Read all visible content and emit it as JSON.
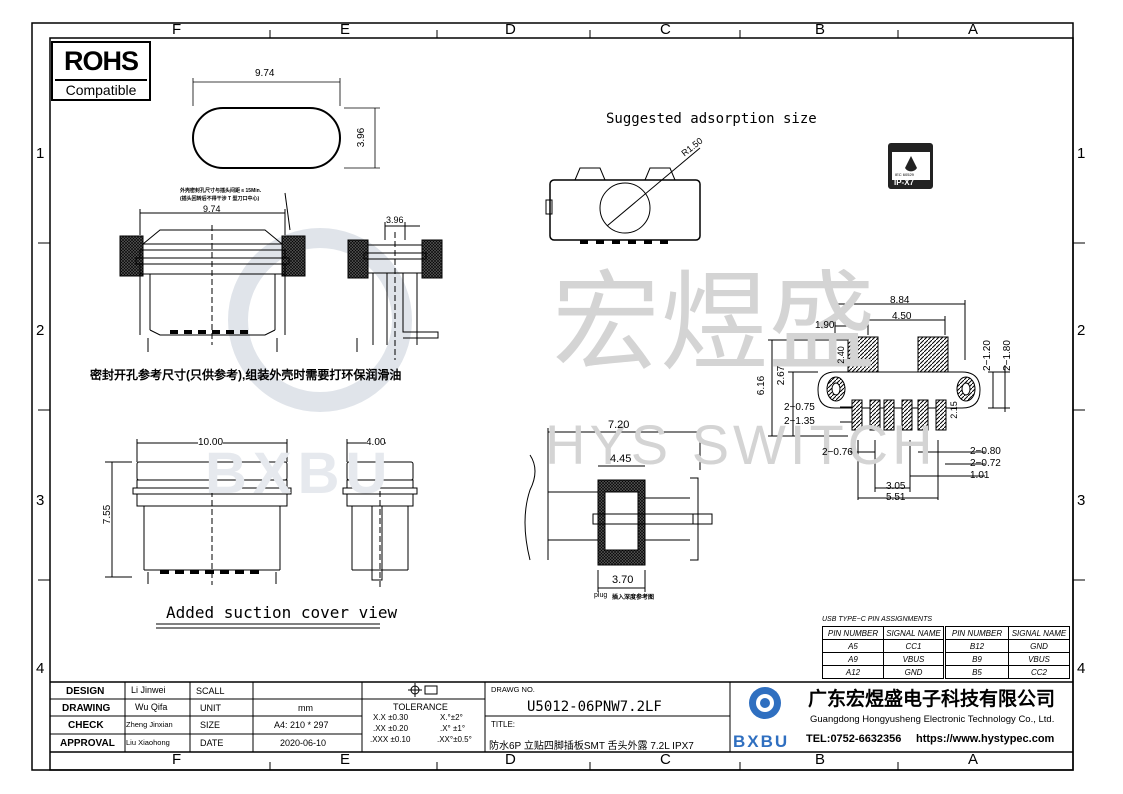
{
  "grid": {
    "cols": [
      "F",
      "E",
      "D",
      "C",
      "B",
      "A"
    ],
    "rows": [
      "1",
      "2",
      "3",
      "4"
    ]
  },
  "rohs": {
    "title": "ROHS",
    "subtitle": "Compatible"
  },
  "watermark": {
    "cn": "宏煜盛",
    "en": "HYS SWITCH",
    "logo": "BXBU"
  },
  "top_view": {
    "width": "9.74",
    "height": "3.96"
  },
  "front_section": {
    "note_line1": "外壳密封孔尺寸与插头间距 ≤ 15Min.",
    "note_line2": "(插头回转后不得干涉 T 型刀口中心)",
    "width": "9.74"
  },
  "side_section": {
    "width": "3.96"
  },
  "seal_note": "密封开孔参考尺寸(只供参考),组装外壳时需要打环保润滑油",
  "cover_front": {
    "width": "10.00",
    "height": "7.55"
  },
  "cover_side": {
    "width": "4.00"
  },
  "cover_caption": "Added suction cover view",
  "adsorption": {
    "title": "Suggested adsorption size",
    "radius": "R1.50"
  },
  "ipx7": {
    "label": "IP-X7",
    "small": "IEC 60529"
  },
  "plug_view": {
    "width": "7.20",
    "inner": "4.45",
    "bottom": "3.70",
    "note_a": "plug",
    "note_b": "插入深度参考图"
  },
  "footprint": {
    "d884": "8.84",
    "d450": "4.50",
    "d190": "1.90",
    "d240": "2.40",
    "d616": "6.16",
    "d267": "2.67",
    "d120": "2−1.20",
    "d180": "2−1.80",
    "d075": "2−0.75",
    "d135": "2−1.35",
    "d215": "2.15",
    "d076": "2−0.76",
    "d080": "2−0.80",
    "d072": "2−0.72",
    "d101": "1.01",
    "d305": "3.05",
    "d551": "5.51"
  },
  "pins": {
    "title": "USB TYPE−C PIN ASSIGNMENTS",
    "headers": [
      "PIN NUMBER",
      "SIGNAL NAME",
      "PIN NUMBER",
      "SIGNAL NAME"
    ],
    "rows": [
      [
        "A5",
        "CC1",
        "B12",
        "GND"
      ],
      [
        "A9",
        "VBUS",
        "B9",
        "VBUS"
      ],
      [
        "A12",
        "GND",
        "B5",
        "CC2"
      ]
    ]
  },
  "title_block": {
    "design": "DESIGN",
    "design_name": "Li Jinwei",
    "drawing": "DRAWING",
    "drawing_name": "Wu Qifa",
    "check": "CHECK",
    "check_name": "Zheng Jinxian",
    "approval": "APPROVAL",
    "approval_name": "Liu Xiaohong",
    "scall": "SCALL",
    "unit": "UNIT",
    "unit_value": "mm",
    "size": "SIZE",
    "size_value": "A4: 210 * 297",
    "date": "DATE",
    "date_value": "2020-06-10",
    "projection": "⌖⊏",
    "tolerance": "TOLERANCE",
    "tol1": "X.X  ±0.30",
    "tol1b": "X.°±2°",
    "tol2": ".XX  ±0.20",
    "tol2b": ".X° ±1°",
    "tol3": ".XXX ±0.10",
    "tol3b": ".XX°±0.5°",
    "drawg_no_label": "DRAWG NO.",
    "drawg_no": "U5012-06PNW7.2LF",
    "title_label": "TITLE:",
    "title": "防水6P 立贴四脚插板SMT 舌头外露 7.2L IPX7",
    "company_cn": "广东宏煜盛电子科技有限公司",
    "company_en": "Guangdong Hongyusheng Electronic Technology Co., Ltd.",
    "tel": "TEL:0752-6632356",
    "url": "https://www.hystypec.com",
    "logo": "BXBU"
  }
}
